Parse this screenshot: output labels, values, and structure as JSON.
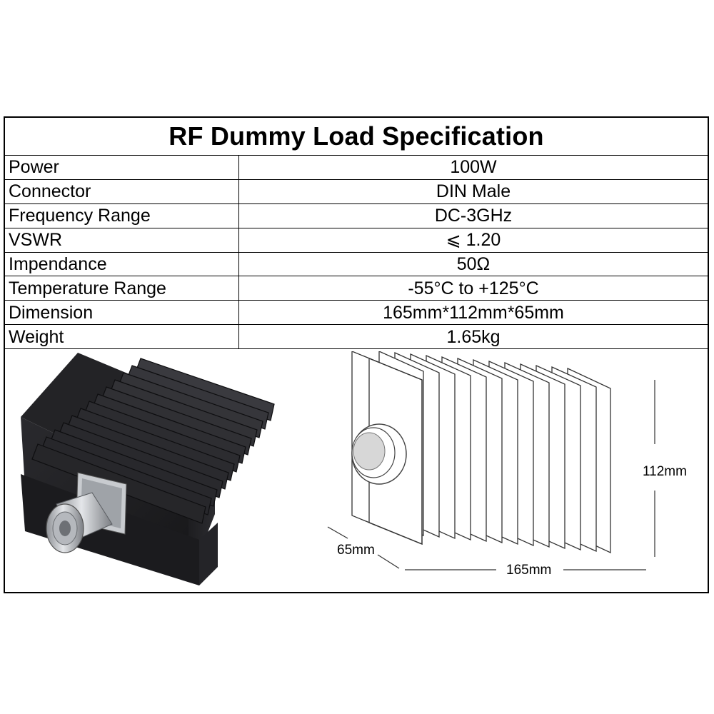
{
  "title": "RF Dummy Load Specification",
  "specs": [
    {
      "label": "Power",
      "value": "100W"
    },
    {
      "label": "Connector",
      "value": "DIN Male"
    },
    {
      "label": "Frequency Range",
      "value": "DC-3GHz"
    },
    {
      "label": "VSWR",
      "value": "⩽ 1.20"
    },
    {
      "label": "Impendance",
      "value": "50Ω"
    },
    {
      "label": "Temperature Range",
      "value": "-55°C to +125°C"
    },
    {
      "label": "Dimension",
      "value": "165mm*112mm*65mm"
    },
    {
      "label": "Weight",
      "value": "1.65kg"
    }
  ],
  "drawing": {
    "height_label": "112mm",
    "depth_label": "65mm",
    "length_label": "165mm"
  },
  "colors": {
    "body": "#1f1f22",
    "connector": "#b9bcc1"
  }
}
